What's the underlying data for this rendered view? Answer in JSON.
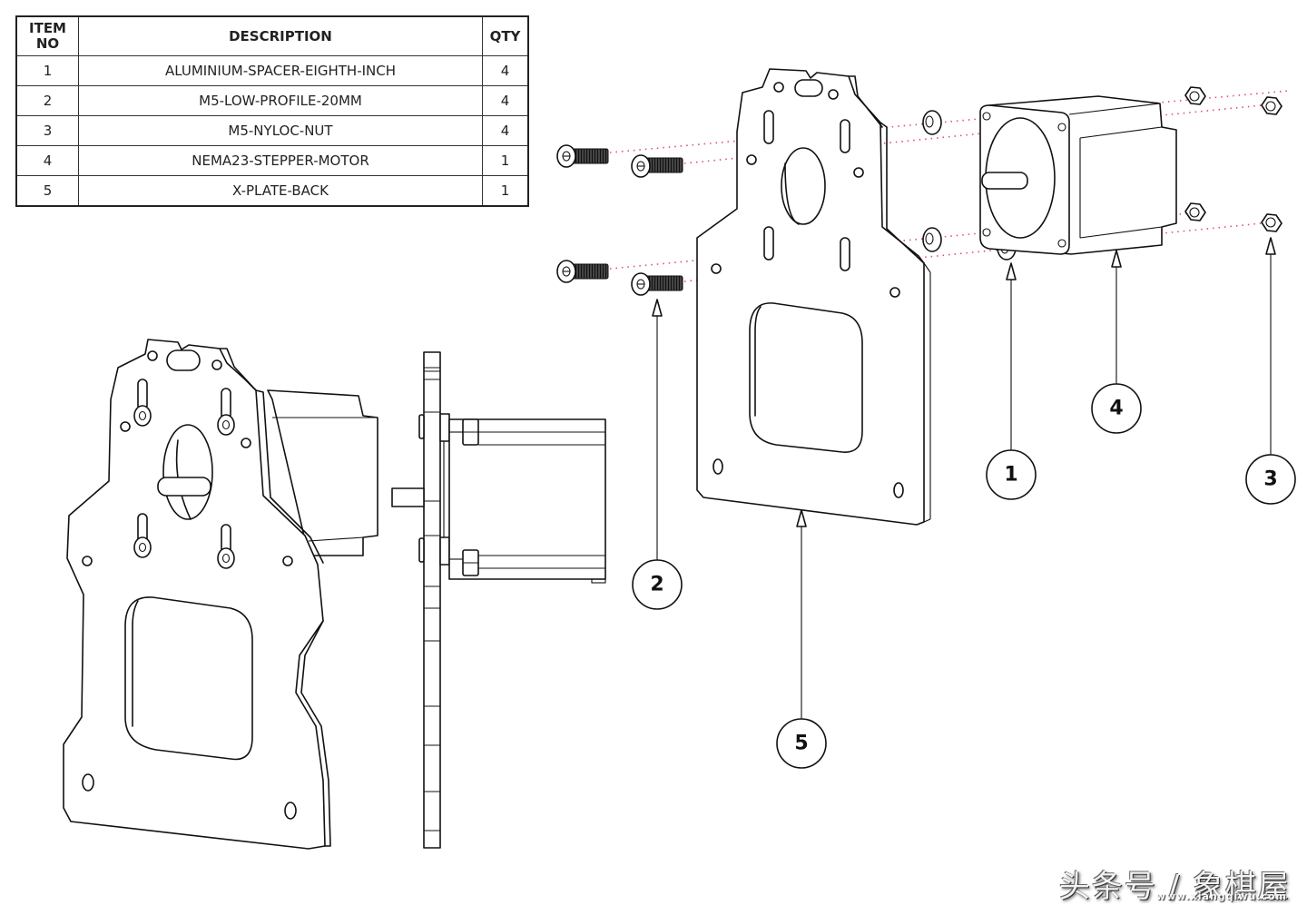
{
  "bom_table": {
    "headers": {
      "item_no": "ITEM NO",
      "description": "DESCRIPTION",
      "qty": "QTY"
    },
    "rows": [
      {
        "item_no": "1",
        "description": "ALUMINIUM-SPACER-EIGHTH-INCH",
        "qty": "4"
      },
      {
        "item_no": "2",
        "description": "M5-LOW-PROFILE-20MM",
        "qty": "4"
      },
      {
        "item_no": "3",
        "description": "M5-NYLOC-NUT",
        "qty": "4"
      },
      {
        "item_no": "4",
        "description": "NEMA23-STEPPER-MOTOR",
        "qty": "1"
      },
      {
        "item_no": "5",
        "description": "X-PLATE-BACK",
        "qty": "1"
      }
    ]
  },
  "balloons": [
    {
      "label": "1",
      "part": "ALUMINIUM-SPACER-EIGHTH-INCH"
    },
    {
      "label": "2",
      "part": "M5-LOW-PROFILE-20MM"
    },
    {
      "label": "3",
      "part": "M5-NYLOC-NUT"
    },
    {
      "label": "4",
      "part": "NEMA23-STEPPER-MOTOR"
    },
    {
      "label": "5",
      "part": "X-PLATE-BACK"
    }
  ],
  "colors": {
    "line": "#111111",
    "explode_line": "#e0506a",
    "background": "#ffffff"
  },
  "watermark": {
    "text": "头条号 / 象棋屋",
    "site": "www.xiangqiwu.com"
  }
}
